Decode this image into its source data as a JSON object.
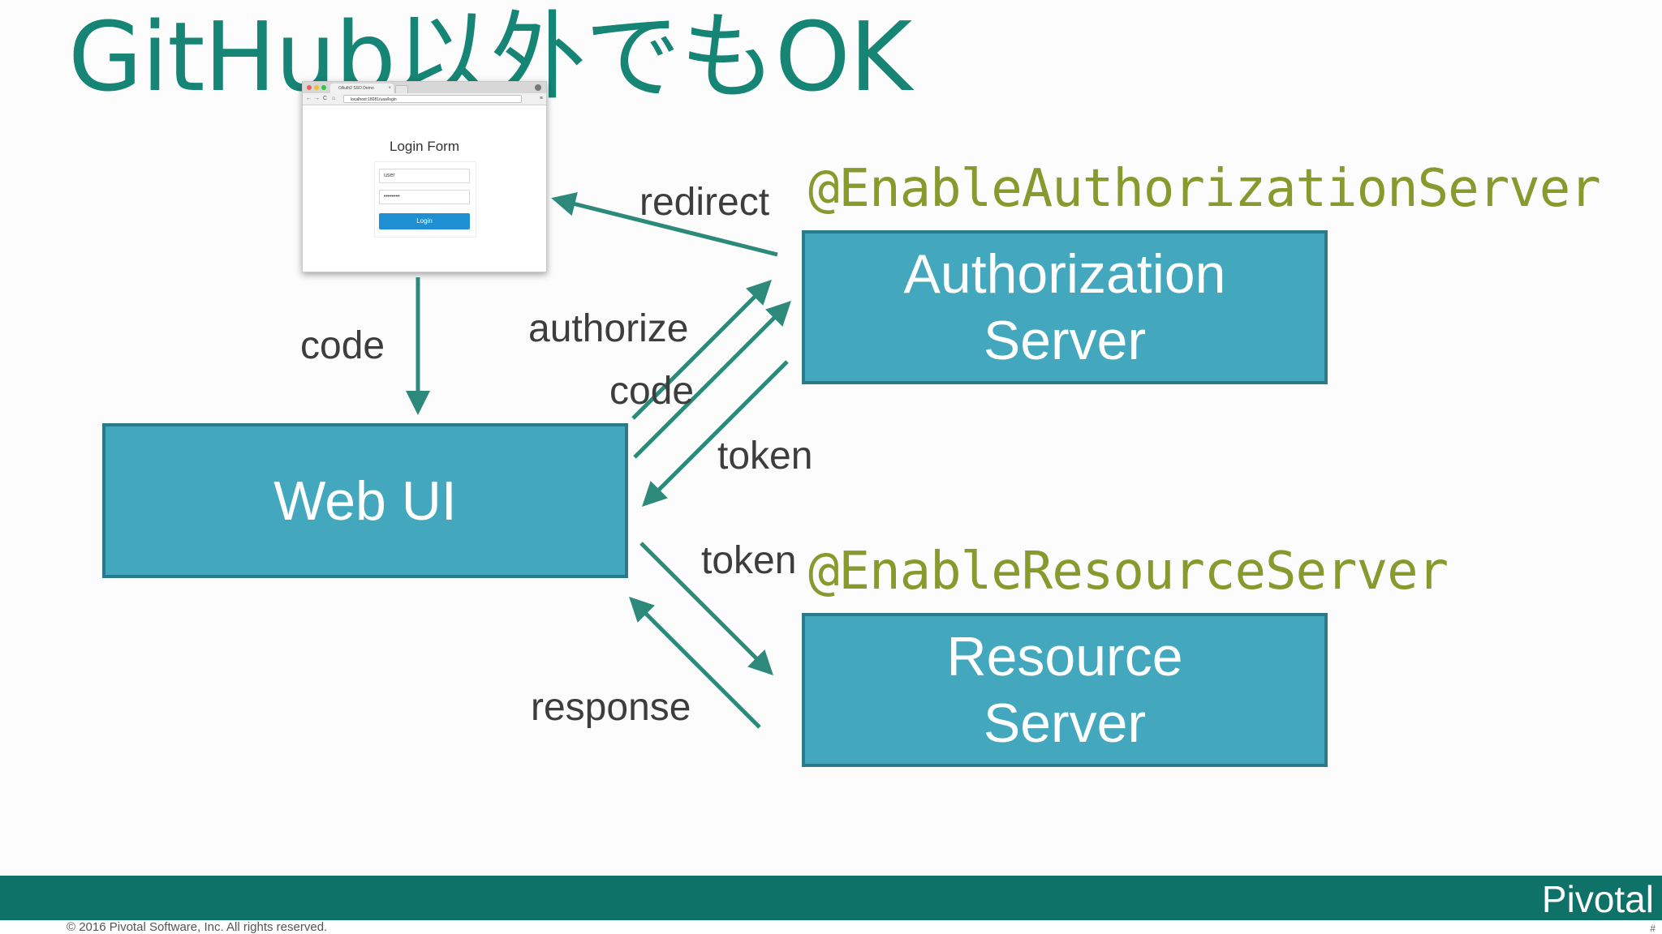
{
  "slide": {
    "title": "GitHub以外でもOK",
    "page_marker": "#"
  },
  "browser": {
    "tab_title": "OAuth2 SSO Demo",
    "tab_close": "×",
    "address": "localhost:18081/uaa/login",
    "form_title": "Login Form",
    "username_value": "user",
    "password_value": "••••••••",
    "login_button": "Login",
    "nav_back": "←",
    "nav_forward": "→",
    "nav_reload": "C",
    "nav_home": "⌂",
    "menu": "≡"
  },
  "boxes": {
    "web_ui": "Web UI",
    "authorization_server": "Authorization\nServer",
    "resource_server": "Resource\nServer"
  },
  "labels": {
    "redirect": "redirect",
    "code_down": "code",
    "authorize": "authorize",
    "code_up": "code",
    "token_back": "token",
    "token_send": "token",
    "response": "response"
  },
  "annotations": {
    "auth_server": "@EnableAuthorizationServer",
    "resource_server": "@EnableResourceServer"
  },
  "footer": {
    "brand": "Pivotal",
    "copyright": "© 2016 Pivotal Software, Inc.  All rights reserved."
  },
  "colors": {
    "title": "#168575",
    "box_fill": "#43a8bd",
    "arrow": "#2d8a7a",
    "annotation": "#869a2e",
    "footer": "#0f7269"
  }
}
